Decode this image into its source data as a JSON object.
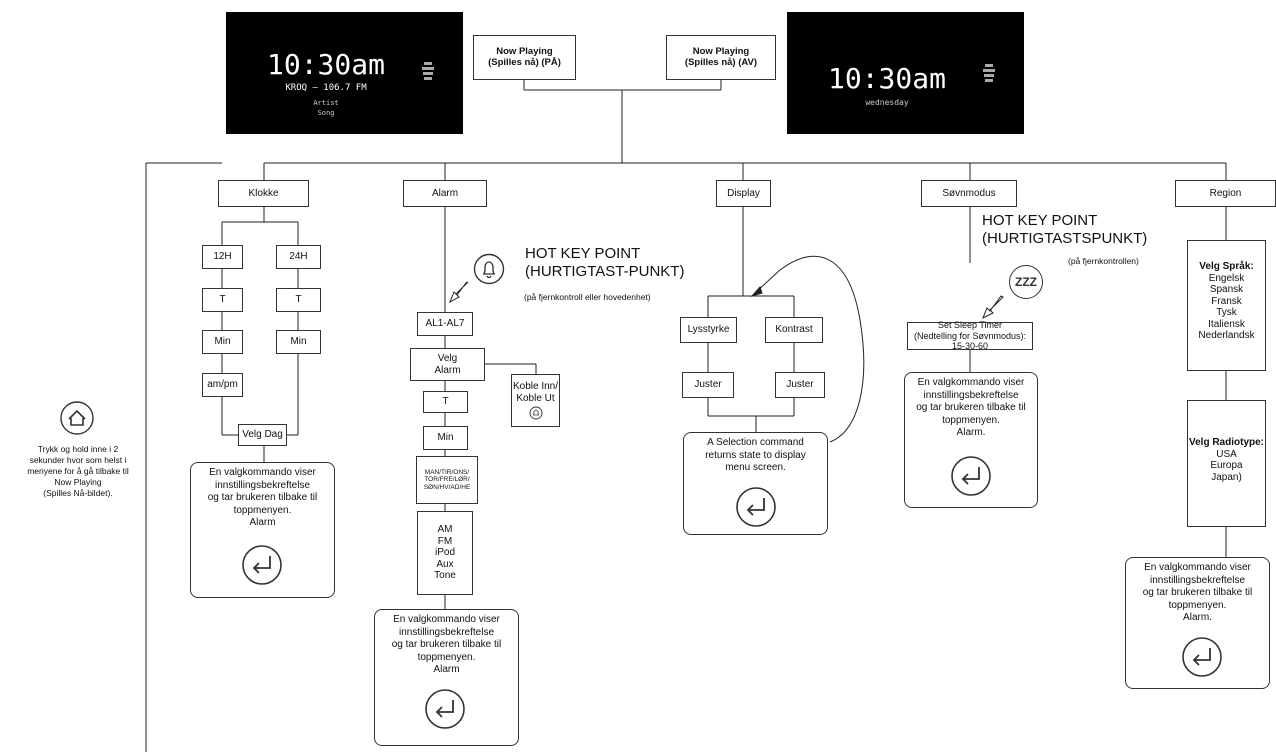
{
  "screens": {
    "left": {
      "time": "10:30am",
      "station": "KROQ – 106.7 FM",
      "artist": "Artist",
      "song": "Song"
    },
    "right": {
      "time": "10:30am",
      "day": "wednesday"
    }
  },
  "now_playing_on": "Now Playing\n(Spilles nå) (PÅ)",
  "now_playing_off": "Now Playing\n(Spilles nå) (AV)",
  "menus": {
    "klokke": "Klokke",
    "alarm": "Alarm",
    "display": "Display",
    "sovnmodus": "Søvnmodus",
    "region": "Region"
  },
  "klokke": {
    "h12": "12H",
    "h24": "24H",
    "t1": "T",
    "t2": "T",
    "min1": "Min",
    "min2": "Min",
    "ampm": "am/pm",
    "velg_dag": "Velg Dag",
    "confirm": "En valgkommando viser\ninnstillingsbekreftelse\nog tar brukeren tilbake til\ntoppmenyen.\nAlarm"
  },
  "alarm": {
    "hotkey": "HOT KEY POINT\n(HURTIGTAST-PUNKT)",
    "hotkey_note": "(på fjernkontroll eller hovedenhet)",
    "al": "AL1-AL7",
    "velg": "Velg\nAlarm",
    "koble": "Koble Inn/\nKoble Ut",
    "t": "T",
    "min": "Min",
    "days": "MAN/TIR/ONS/\nTOR/FRE/LØR/\nSØN/HV/AD/HE",
    "sources": "AM\nFM\niPod\nAux\nTone",
    "confirm": "En valgkommando viser\ninnstillingsbekreftelse\nog tar brukeren tilbake til\ntoppmenyen.\nAlarm"
  },
  "display": {
    "lysstyrke": "Lysstyrke",
    "kontrast": "Kontrast",
    "juster1": "Juster",
    "juster2": "Juster",
    "confirm": "A Selection command\nreturns state to display\nmenu screen."
  },
  "sovn": {
    "hotkey": "HOT KEY POINT\n(HURTIGTASTSPUNKT)",
    "hotkey_note": "(på fjernkontrollen)",
    "zzz": "ZZZ",
    "timer": "Set Sleep Timer\n(Nedtelling for Søvnmodus):\n15-30-60",
    "confirm": "En valgkommando viser\ninnstillingsbekreftelse\nog tar brukeren tilbake til\ntoppmenyen.\nAlarm."
  },
  "region": {
    "sprak_title": "Velg Språk:",
    "sprak_list": "Engelsk\nSpansk\nFransk\nTysk\nItaliensk\nNederlandsk",
    "radio_title": "Velg Radiotype:",
    "radio_list": "USA\nEuropa\nJapan)",
    "confirm": "En valgkommando viser\ninnstillingsbekreftelse\nog tar brukeren tilbake til\ntoppmenyen.\nAlarm."
  },
  "home_note": "Trykk og hold inne i 2\nsekunder hvor som helst i\nmenyene for å gå tilbake til\nNow Playing\n(Spilles Nå-bildet)."
}
